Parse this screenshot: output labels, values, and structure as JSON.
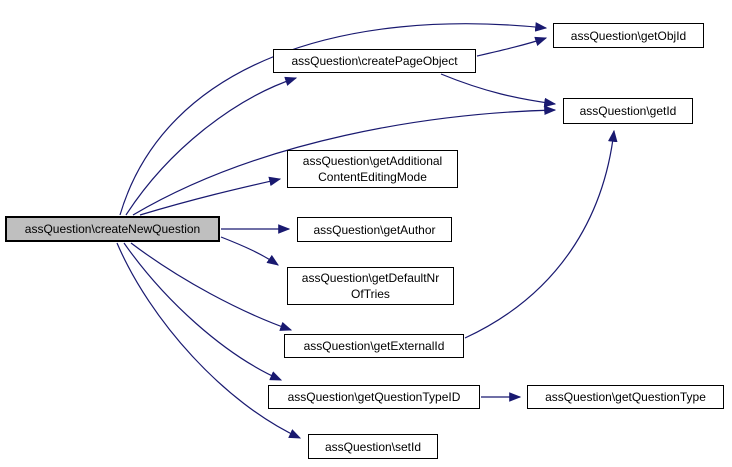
{
  "diagram": {
    "type": "call-graph",
    "colors": {
      "edge": "#191970",
      "node_border": "#000000",
      "node_fill": "#ffffff",
      "root_fill": "#bfbfbf",
      "text": "#000000",
      "background": "#ffffff"
    },
    "nodes": [
      {
        "id": "createNewQuestion",
        "label": "assQuestion\\createNewQuestion",
        "root": true
      },
      {
        "id": "createPageObject",
        "label": "assQuestion\\createPageObject",
        "root": false
      },
      {
        "id": "getObjId",
        "label": "assQuestion\\getObjId",
        "root": false
      },
      {
        "id": "getId",
        "label": "assQuestion\\getId",
        "root": false
      },
      {
        "id": "getAdditionalContentEditingMode",
        "label": "assQuestion\\getAdditional ContentEditingMode",
        "root": false
      },
      {
        "id": "getAuthor",
        "label": "assQuestion\\getAuthor",
        "root": false
      },
      {
        "id": "getDefaultNrOfTries",
        "label": "assQuestion\\getDefaultNr OfTries",
        "root": false
      },
      {
        "id": "getExternalId",
        "label": "assQuestion\\getExternalId",
        "root": false
      },
      {
        "id": "getQuestionTypeID",
        "label": "assQuestion\\getQuestionTypeID",
        "root": false
      },
      {
        "id": "getQuestionType",
        "label": "assQuestion\\getQuestionType",
        "root": false
      },
      {
        "id": "setId",
        "label": "assQuestion\\setId",
        "root": false
      }
    ],
    "edges": [
      {
        "from": "createNewQuestion",
        "to": "getObjId"
      },
      {
        "from": "createNewQuestion",
        "to": "createPageObject"
      },
      {
        "from": "createNewQuestion",
        "to": "getId"
      },
      {
        "from": "createNewQuestion",
        "to": "getAdditionalContentEditingMode"
      },
      {
        "from": "createNewQuestion",
        "to": "getAuthor"
      },
      {
        "from": "createNewQuestion",
        "to": "getDefaultNrOfTries"
      },
      {
        "from": "createNewQuestion",
        "to": "getExternalId"
      },
      {
        "from": "createNewQuestion",
        "to": "getQuestionTypeID"
      },
      {
        "from": "createNewQuestion",
        "to": "setId"
      },
      {
        "from": "createPageObject",
        "to": "getObjId"
      },
      {
        "from": "createPageObject",
        "to": "getId"
      },
      {
        "from": "getExternalId",
        "to": "getId"
      },
      {
        "from": "getQuestionTypeID",
        "to": "getQuestionType"
      }
    ]
  }
}
